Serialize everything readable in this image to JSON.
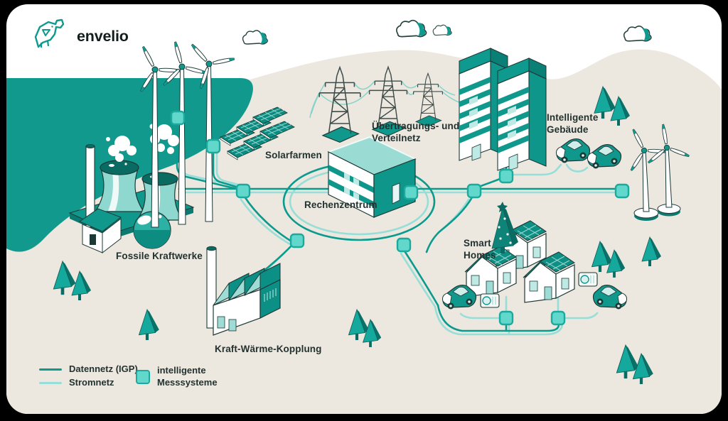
{
  "brand": {
    "logo_text": "envelio"
  },
  "labels": {
    "solarfarmen": "Solarfarmen",
    "uebertragung_line1": "Übertragungs- und",
    "uebertragung_line2": "Verteilnetz",
    "rechenzentrum": "Rechenzentrum",
    "gebaeude_line1": "Intelligente",
    "gebaeude_line2": "Gebäude",
    "fossile": "Fossile Kraftwerke",
    "kwk": "Kraft-Wärme-Kopplung",
    "smart_line1": "Smart",
    "smart_line2": "Homes"
  },
  "legend": {
    "datennetz": "Datennetz (IGP)",
    "stromnetz": "Stromnetz",
    "mess_line1": "intelligente",
    "mess_line2": "Messsysteme"
  },
  "colors": {
    "data_line": "#0a9a8e",
    "power_line": "#96ded7",
    "meter_fill": "#62d7cc",
    "meter_stroke": "#1aab9e",
    "water": "#12998e",
    "paper": "#ece8df",
    "teal": "#11988c",
    "teal_dark": "#0a7f76",
    "teal_pale": "#bfe9e4",
    "ink": "#1d3936",
    "text": "#233230"
  },
  "illustrations": [
    "elephant-logo-icon",
    "offshore-wind-turbine-icon",
    "onshore-wind-turbine-icon",
    "cloud-icon",
    "solar-panel-icon",
    "transmission-tower-icon",
    "data-center-icon",
    "office-tower-icon",
    "electric-car-icon",
    "cooling-tower-icon",
    "factory-icon",
    "smart-home-icon",
    "heat-pump-icon",
    "christmas-tree-icon",
    "pine-tree-icon",
    "smart-meter-icon"
  ]
}
